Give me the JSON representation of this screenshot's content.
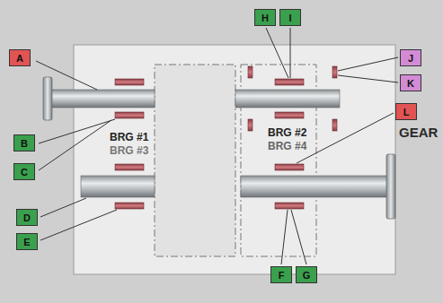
{
  "diagram": {
    "nodes": [
      {
        "text": [
          "H"
        ]
      },
      {
        "text": [
          "I"
        ]
      },
      {
        "text": [
          "A"
        ]
      },
      {
        "text": [
          "J"
        ]
      },
      {
        "text": [
          "K"
        ]
      },
      {
        "text": [
          "L"
        ]
      },
      {
        "text": [
          "B"
        ]
      },
      {
        "text": [
          "C"
        ]
      },
      {
        "text": [
          "D"
        ]
      },
      {
        "text": [
          "E"
        ]
      },
      {
        "text": [
          "F"
        ]
      },
      {
        "text": [
          "G"
        ]
      }
    ],
    "labels": [
      "BRG #1",
      "BRG #3",
      "BRG #2",
      "BRG #4",
      "GEAR"
    ]
  }
}
